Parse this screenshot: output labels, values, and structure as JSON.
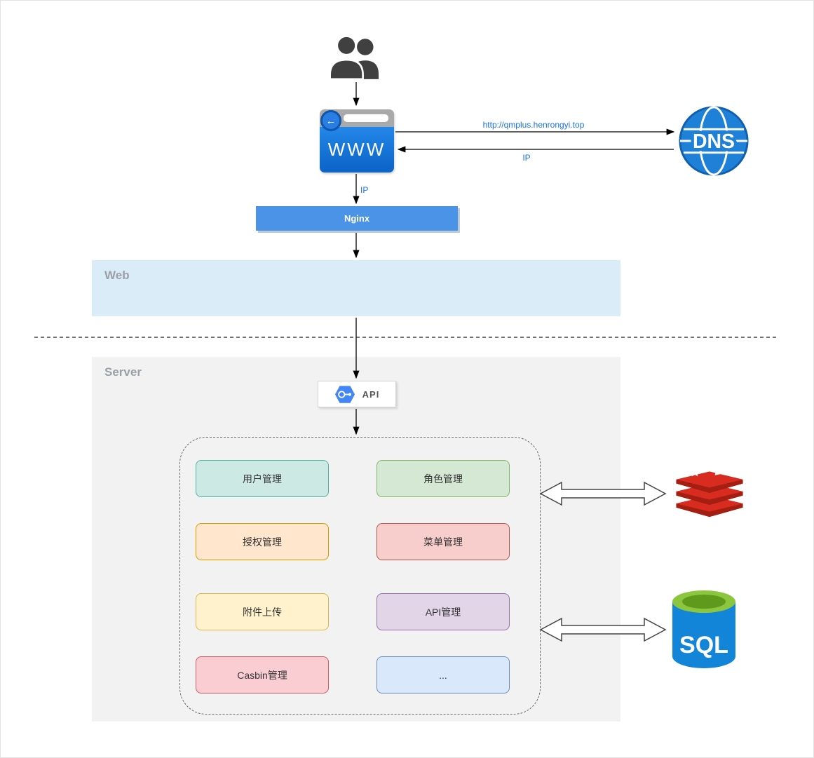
{
  "nodes": {
    "users": {
      "icon": "users"
    },
    "browser": {
      "label": "WWW",
      "icon": "browser-back-arrow"
    },
    "dns": {
      "label": "DNS",
      "icon": "globe"
    },
    "nginx": {
      "label": "Nginx"
    },
    "api": {
      "label": "API",
      "icon": "api-hexagon"
    },
    "redis": {
      "icon": "redis-logo"
    },
    "sql": {
      "label": "SQL",
      "icon": "database-cylinder"
    }
  },
  "zones": {
    "web": {
      "label": "Web",
      "bg": "#d9ecf8"
    },
    "server": {
      "label": "Server",
      "bg": "#f2f2f2"
    }
  },
  "edges": {
    "browser_to_dns": {
      "label": "http://qmplus.henrongyi.top"
    },
    "dns_to_browser": {
      "label": "IP"
    },
    "browser_to_nginx": {
      "label": "IP"
    }
  },
  "modules": [
    {
      "label": "用户管理",
      "fill": "#cde9e3",
      "border": "#52b0a4"
    },
    {
      "label": "角色管理",
      "fill": "#d5e8d4",
      "border": "#82b366"
    },
    {
      "label": "授权管理",
      "fill": "#ffe6cc",
      "border": "#d79b00"
    },
    {
      "label": "菜单管理",
      "fill": "#f8cecc",
      "border": "#b85450"
    },
    {
      "label": "附件上传",
      "fill": "#fff2cc",
      "border": "#d6b656"
    },
    {
      "label": "API管理",
      "fill": "#e1d5e7",
      "border": "#9673a6"
    },
    {
      "label": "Casbin管理",
      "fill": "#f9cdd2",
      "border": "#cf5b67"
    },
    {
      "label": "...",
      "fill": "#dae8fc",
      "border": "#6c8ebf"
    }
  ],
  "icons": {
    "back_arrow": "←"
  },
  "colors": {
    "edge_label": "#1a73e8",
    "zone_label": "#9aa0a6"
  }
}
